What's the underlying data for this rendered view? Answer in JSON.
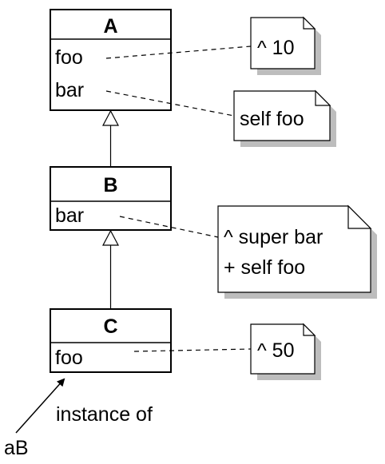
{
  "classes": {
    "a": {
      "name": "A",
      "methods": [
        "foo",
        "bar"
      ]
    },
    "b": {
      "name": "B",
      "methods": [
        "bar"
      ]
    },
    "c": {
      "name": "C",
      "methods": [
        "foo"
      ]
    }
  },
  "notes": {
    "a_foo": [
      "^ 10"
    ],
    "a_bar": [
      "self foo"
    ],
    "b_bar": [
      "^ super bar",
      "+ self foo"
    ],
    "c_foo": [
      "^ 50"
    ]
  },
  "instance": {
    "label": "instance of",
    "object": "aB"
  }
}
